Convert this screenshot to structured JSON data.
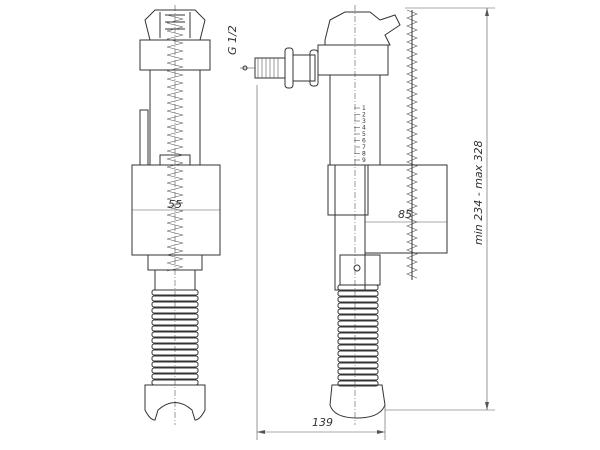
{
  "labels": {
    "thread": "G 1/2",
    "width_left": "55",
    "width_right": "85",
    "width_total": "139",
    "height_range": "min 234 - max 328"
  },
  "scale_marks": [
    "1",
    "2",
    "3",
    "4",
    "5",
    "6",
    "7",
    "8",
    "9"
  ]
}
